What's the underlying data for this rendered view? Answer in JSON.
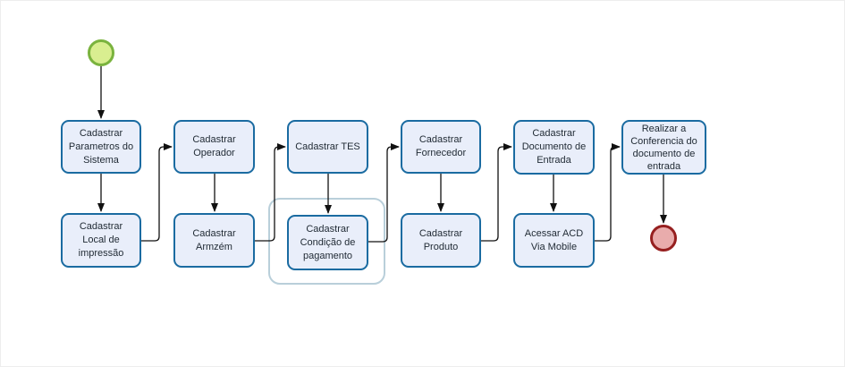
{
  "diagram": {
    "type": "flowchart",
    "start_event": {
      "name": "start"
    },
    "end_event": {
      "name": "end"
    },
    "tasks": [
      {
        "id": "cadastrar-parametros-sistema",
        "label": "Cadastrar\nParametros do\nSistema"
      },
      {
        "id": "cadastrar-operador",
        "label": "Cadastrar\nOperador"
      },
      {
        "id": "cadastrar-tes",
        "label": "Cadastrar TES"
      },
      {
        "id": "cadastrar-fornecedor",
        "label": "Cadastrar\nFornecedor"
      },
      {
        "id": "cadastrar-documento-entrada",
        "label": "Cadastrar\nDocumento de\nEntrada"
      },
      {
        "id": "realizar-conferencia-documento",
        "label": "Realizar a\nConferencia do\ndocumento de\nentrada"
      },
      {
        "id": "cadastrar-local-impressao",
        "label": "Cadastrar\nLocal de\nimpressão"
      },
      {
        "id": "cadastrar-armzem",
        "label": "Cadastrar\nArmzém"
      },
      {
        "id": "cadastrar-condicao-pagamento",
        "label": "Cadastrar\nCondição de\npagamento"
      },
      {
        "id": "cadastrar-produto",
        "label": "Cadastrar\nProduto"
      },
      {
        "id": "acessar-acd-via-mobile",
        "label": "Acessar ACD\nVia Mobile"
      }
    ],
    "colors": {
      "task_fill": "#e9eefa",
      "task_border": "#1a6ba1",
      "group_border": "#b9cfda",
      "start_fill": "#d9ee90",
      "start_border": "#7ab33e",
      "end_fill": "#e9acac",
      "end_border": "#961f1f",
      "connector": "#111111"
    }
  }
}
